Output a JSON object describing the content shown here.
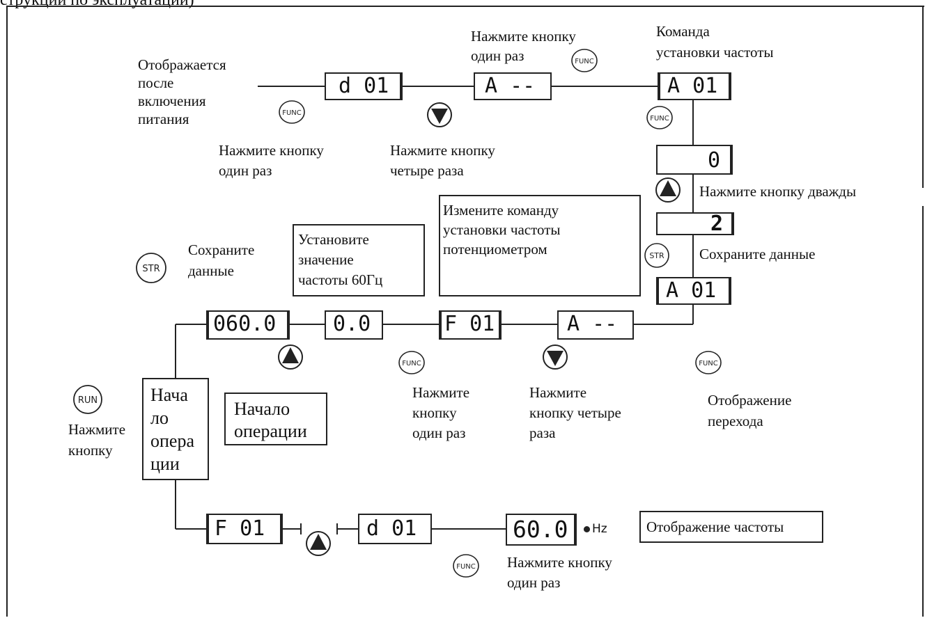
{
  "header_fragment": "струкций по эксплуатации)",
  "displays": {
    "d01_top": "d 01",
    "a_dash_top": "A --",
    "a01_top": "A 01",
    "zero": "0",
    "two": "2",
    "a01_mid": "A 01",
    "f060": "060.0",
    "zero_point_zero": "0.0",
    "f01_mid": "F 01",
    "a_dash_mid": "A --",
    "f01_bottom": "F 01",
    "d01_bottom": "d 01",
    "sixty": "60.0",
    "hz": "Hz"
  },
  "buttons": {
    "func": "FUNC",
    "str": "STR",
    "run": "RUN"
  },
  "labels": {
    "after_power_on": "Отображается\nпосле\nвключения\nпитания",
    "press_once_1": "Нажмите кнопку\nодин раз",
    "press_four_1": "Нажмите кнопку\nчетыре раза",
    "press_once_top": "Нажмите кнопку\nодин раз",
    "freq_set_command": "Команда\nустановки частоты",
    "press_twice": "Нажмите кнопку дважды",
    "save_data_right": "Сохраните данные",
    "change_command_box": "Измените команду\nустановки частоты\nпотенциометром",
    "set_60hz_box": "Установите\nзначение\nчастоты 60Гц",
    "save_data_left": "Сохраните\nданные",
    "start_vertical": "Нача\nло\nопера\nции",
    "start_box": "Начало\nоперации",
    "press_button_run": "Нажмите\nкнопку",
    "press_once_mid": "Нажмите\nкнопку\nодин раз",
    "press_four_mid": "Нажмите\nкнопку четыре\nраза",
    "transition_display": "Отображение\nперехода",
    "freq_display_box": "Отображение частоты",
    "press_once_bottom": "Нажмите кнопку\nодин раз"
  }
}
